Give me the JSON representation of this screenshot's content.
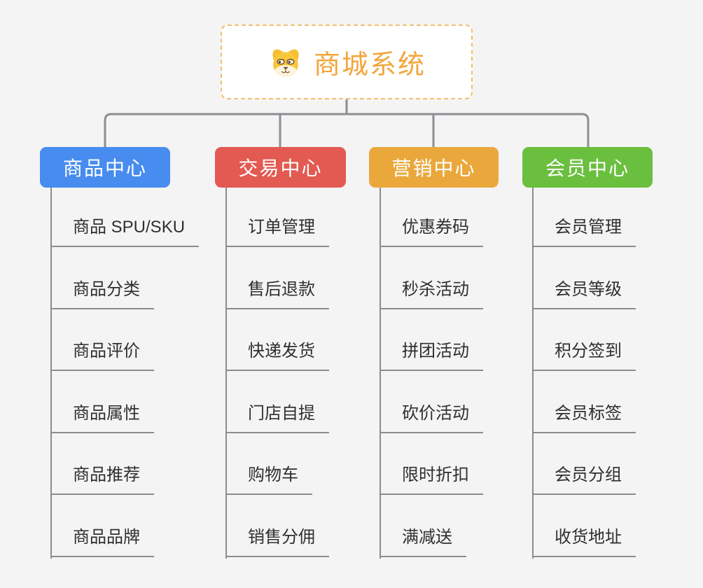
{
  "colors": {
    "background": "#f4f4f5",
    "connector": "#8c8e91",
    "leaf_line": "#8c8c8c",
    "leaf_text": "#2f2f31",
    "root_text": "#f2a63c",
    "root_border": "#f3bf6d"
  },
  "root": {
    "label": "商城系统",
    "icon": "dog-face-icon"
  },
  "branches": [
    {
      "label": "商品中心",
      "color": "#478cee",
      "items": [
        "商品 SPU/SKU",
        "商品分类",
        "商品评价",
        "商品属性",
        "商品推荐",
        "商品品牌"
      ]
    },
    {
      "label": "交易中心",
      "color": "#e25a52",
      "items": [
        "订单管理",
        "售后退款",
        "快递发货",
        "门店自提",
        "购物车",
        "销售分佣"
      ]
    },
    {
      "label": "营销中心",
      "color": "#eaa83c",
      "items": [
        "优惠券码",
        "秒杀活动",
        "拼团活动",
        "砍价活动",
        "限时折扣",
        "满减送"
      ]
    },
    {
      "label": "会员中心",
      "color": "#6bbf3f",
      "items": [
        "会员管理",
        "会员等级",
        "积分签到",
        "会员标签",
        "会员分组",
        "收货地址"
      ]
    }
  ]
}
